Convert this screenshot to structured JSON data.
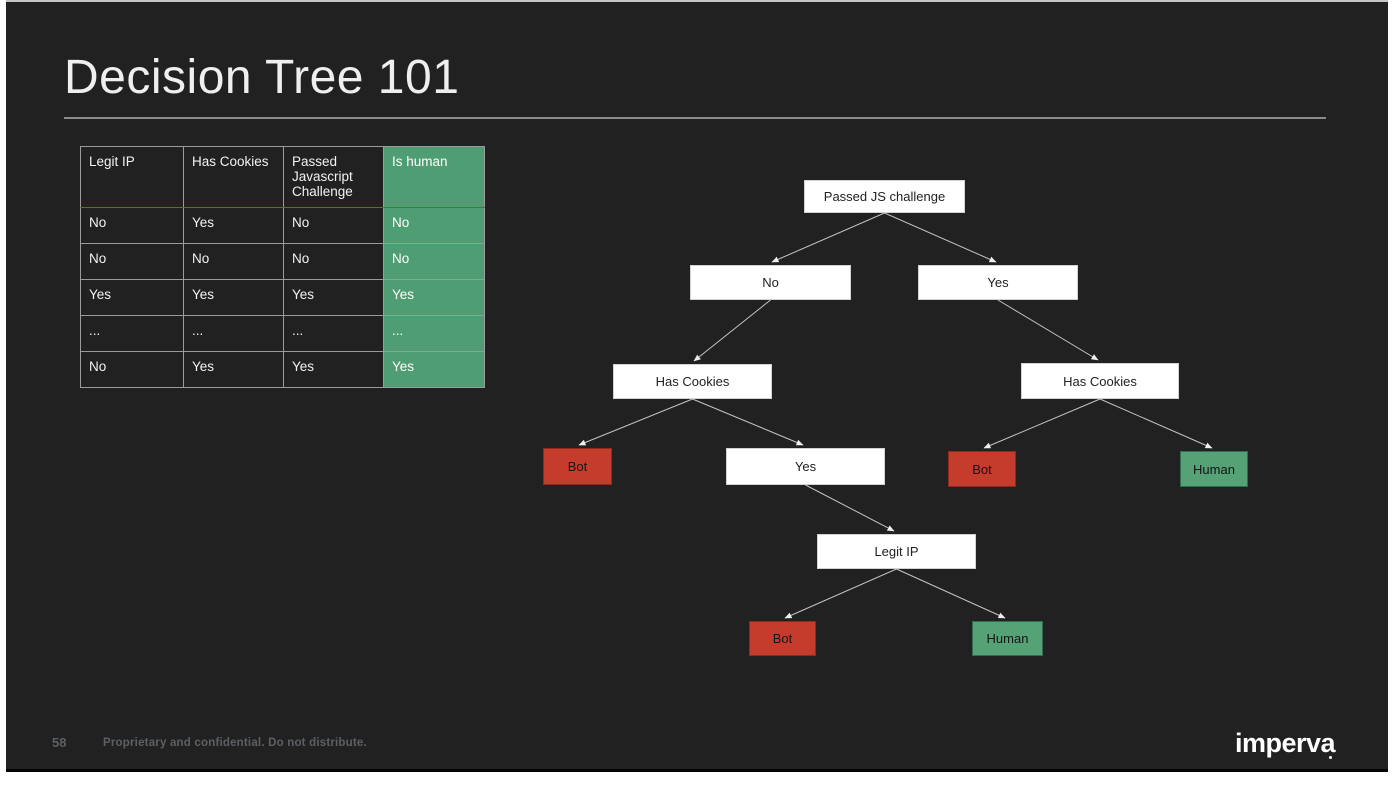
{
  "slide": {
    "title": "Decision Tree 101",
    "table": {
      "headers": [
        "Legit IP",
        "Has Cookies",
        "Passed Javascript Challenge",
        "Is human"
      ],
      "rows": [
        [
          "No",
          "Yes",
          "No",
          "No"
        ],
        [
          "No",
          "No",
          "No",
          "No"
        ],
        [
          "Yes",
          "Yes",
          "Yes",
          "Yes"
        ],
        [
          "...",
          "...",
          "...",
          "..."
        ],
        [
          "No",
          "Yes",
          "Yes",
          "Yes"
        ]
      ]
    },
    "tree": {
      "nodes": {
        "root": "Passed JS challenge",
        "no": "No",
        "yes": "Yes",
        "has_cookies_left": "Has Cookies",
        "has_cookies_right": "Has Cookies",
        "bot_left": "Bot",
        "yes_mid": "Yes",
        "bot_right": "Bot",
        "human_right": "Human",
        "legit_ip": "Legit IP",
        "bot_bottom": "Bot",
        "human_bottom": "Human"
      },
      "edges": [
        [
          "root",
          "no"
        ],
        [
          "root",
          "yes"
        ],
        [
          "no",
          "has_cookies_left"
        ],
        [
          "yes",
          "has_cookies_right"
        ],
        [
          "has_cookies_left",
          "bot_left"
        ],
        [
          "has_cookies_left",
          "yes_mid"
        ],
        [
          "has_cookies_right",
          "bot_right"
        ],
        [
          "has_cookies_right",
          "human_right"
        ],
        [
          "yes_mid",
          "legit_ip"
        ],
        [
          "legit_ip",
          "bot_bottom"
        ],
        [
          "legit_ip",
          "human_bottom"
        ]
      ]
    },
    "footer": {
      "page_number": "58",
      "disclaimer": "Proprietary and confidential. Do not distribute.",
      "logo_text": "imperva"
    },
    "colors": {
      "slide_background": "#212121",
      "bot_red": "#c53c2c",
      "human_green": "#54a276",
      "table_highlight_green": "#4f9d72",
      "header_underline_red": "#b04230",
      "node_white": "#ffffff"
    }
  }
}
